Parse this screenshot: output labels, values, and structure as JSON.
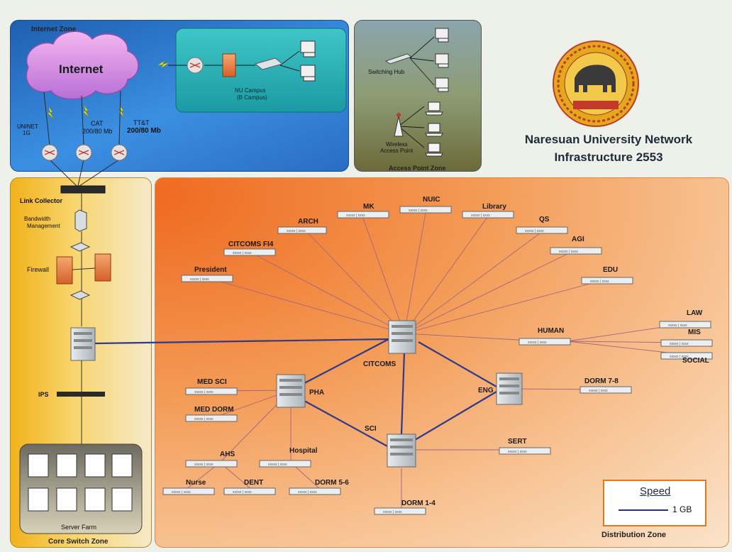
{
  "title": {
    "line1": "Naresuan University Network",
    "line2": "Infrastructure 2553"
  },
  "zones": {
    "internet": "Internet Zone",
    "access_point": "Access Point Zone",
    "core_switch": "Core Switch Zone",
    "distribution": "Distribution Zone"
  },
  "internet_zone": {
    "cloud_label": "Internet",
    "campus_line1": "NU Campus",
    "campus_line2": "(B Campus)",
    "links": [
      {
        "name": "UNINET",
        "speed": "1G"
      },
      {
        "name": "CAT",
        "speed": "200/80 Mb"
      },
      {
        "name": "TT&T",
        "speed": "200/80 Mb"
      }
    ]
  },
  "access_zone": {
    "hub_label": "Switching Hub",
    "ap_line1": "Wireless",
    "ap_line2": "Access Point"
  },
  "core_zone": {
    "link_collector": "Link Collector",
    "bandwidth_line1": "Bandwidth",
    "bandwidth_line2": "Management",
    "firewall": "Firewall",
    "ips": "IPS",
    "server_farm": "Server Farm"
  },
  "distribution": {
    "core": "CITCOMS",
    "hubs": [
      "PHA",
      "SCI",
      "ENG"
    ],
    "buildings": [
      "MK",
      "NUIC",
      "ARCH",
      "Library",
      "QS",
      "CITCOMS FI4",
      "AGI",
      "President",
      "EDU",
      "HUMAN",
      "LAW",
      "MIS",
      "SOCIAL",
      "MED SCI",
      "MED DORM",
      "DORM 7-8",
      "AHS",
      "Hospital",
      "SERT",
      "Nurse",
      "DENT",
      "DORM 5-6",
      "DORM 1-4"
    ],
    "port_text": "xxxxx | xxxx"
  },
  "legend": {
    "title": "Speed",
    "value": "1 GB",
    "line_color": "#2b2f7a"
  },
  "colors": {
    "internet_zone": "#2a78d4",
    "access_zone": "#5b6b6a",
    "core_zone": "#f4c54a",
    "distribution_zone": "#f07e34",
    "link_line": "#2f3a8a",
    "branch_line": "#a06080"
  }
}
